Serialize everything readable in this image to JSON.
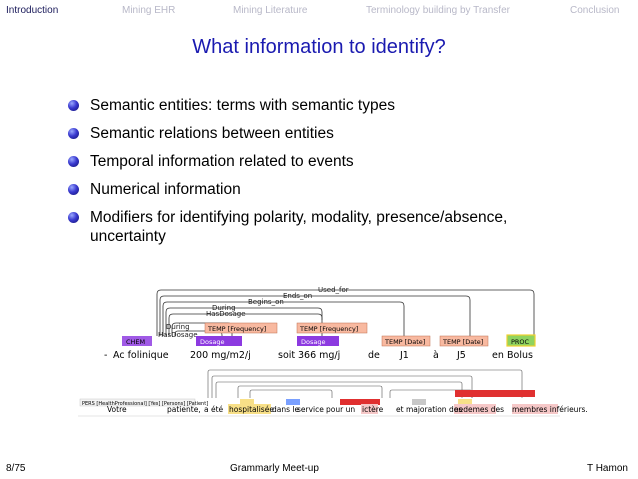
{
  "nav": {
    "items": [
      "Introduction",
      "Mining EHR",
      "Mining Literature",
      "Terminology building by Transfer",
      "Conclusion"
    ]
  },
  "slide": {
    "title": "What information to identify?",
    "bullets": [
      "Semantic entities: terms with semantic types",
      "Semantic relations between entities",
      "Temporal information related to events",
      "Numerical information",
      "Modifiers for identifying polarity, modality, presence/absence, uncertainty"
    ]
  },
  "annotation1": {
    "relations": [
      "Used_for",
      "Ends_on",
      "Begins_on",
      "During",
      "HasDosage",
      "During",
      "HasDosage"
    ],
    "entity_labels": [
      "CHEM",
      "TEMP [Frequency]",
      "Dosage",
      "TEMP [Frequency]",
      "Dosage",
      "TEMP [Date]",
      "TEMP [Date]",
      "PROC"
    ],
    "tokens": [
      "-",
      "Ac folinique",
      "200 mg/m2/j",
      "soit",
      "366 mg/j",
      "de",
      "J1",
      "à",
      "J5",
      "en",
      "Bolus"
    ]
  },
  "annotation2": {
    "row_label": "PERS [HealthProfessional] [Yes] [Persons] [Patient]",
    "tokens": [
      "Votre",
      "patiente,",
      "a été",
      "hospitalisée",
      "dans le",
      "service",
      "pour un",
      "ictère",
      "et majoration des",
      "oedemes des",
      "membres inférieurs."
    ]
  },
  "footer": {
    "page": "8/75",
    "event": "Grammarly Meet-up",
    "author": "T Hamon"
  },
  "colors": {
    "title": "#1a1ab0",
    "chem": "#a05ae6",
    "dosage": "#8c3ae0",
    "temp": "#f8b9a0",
    "proc": "#8fd35f",
    "spec": "#e03030"
  }
}
